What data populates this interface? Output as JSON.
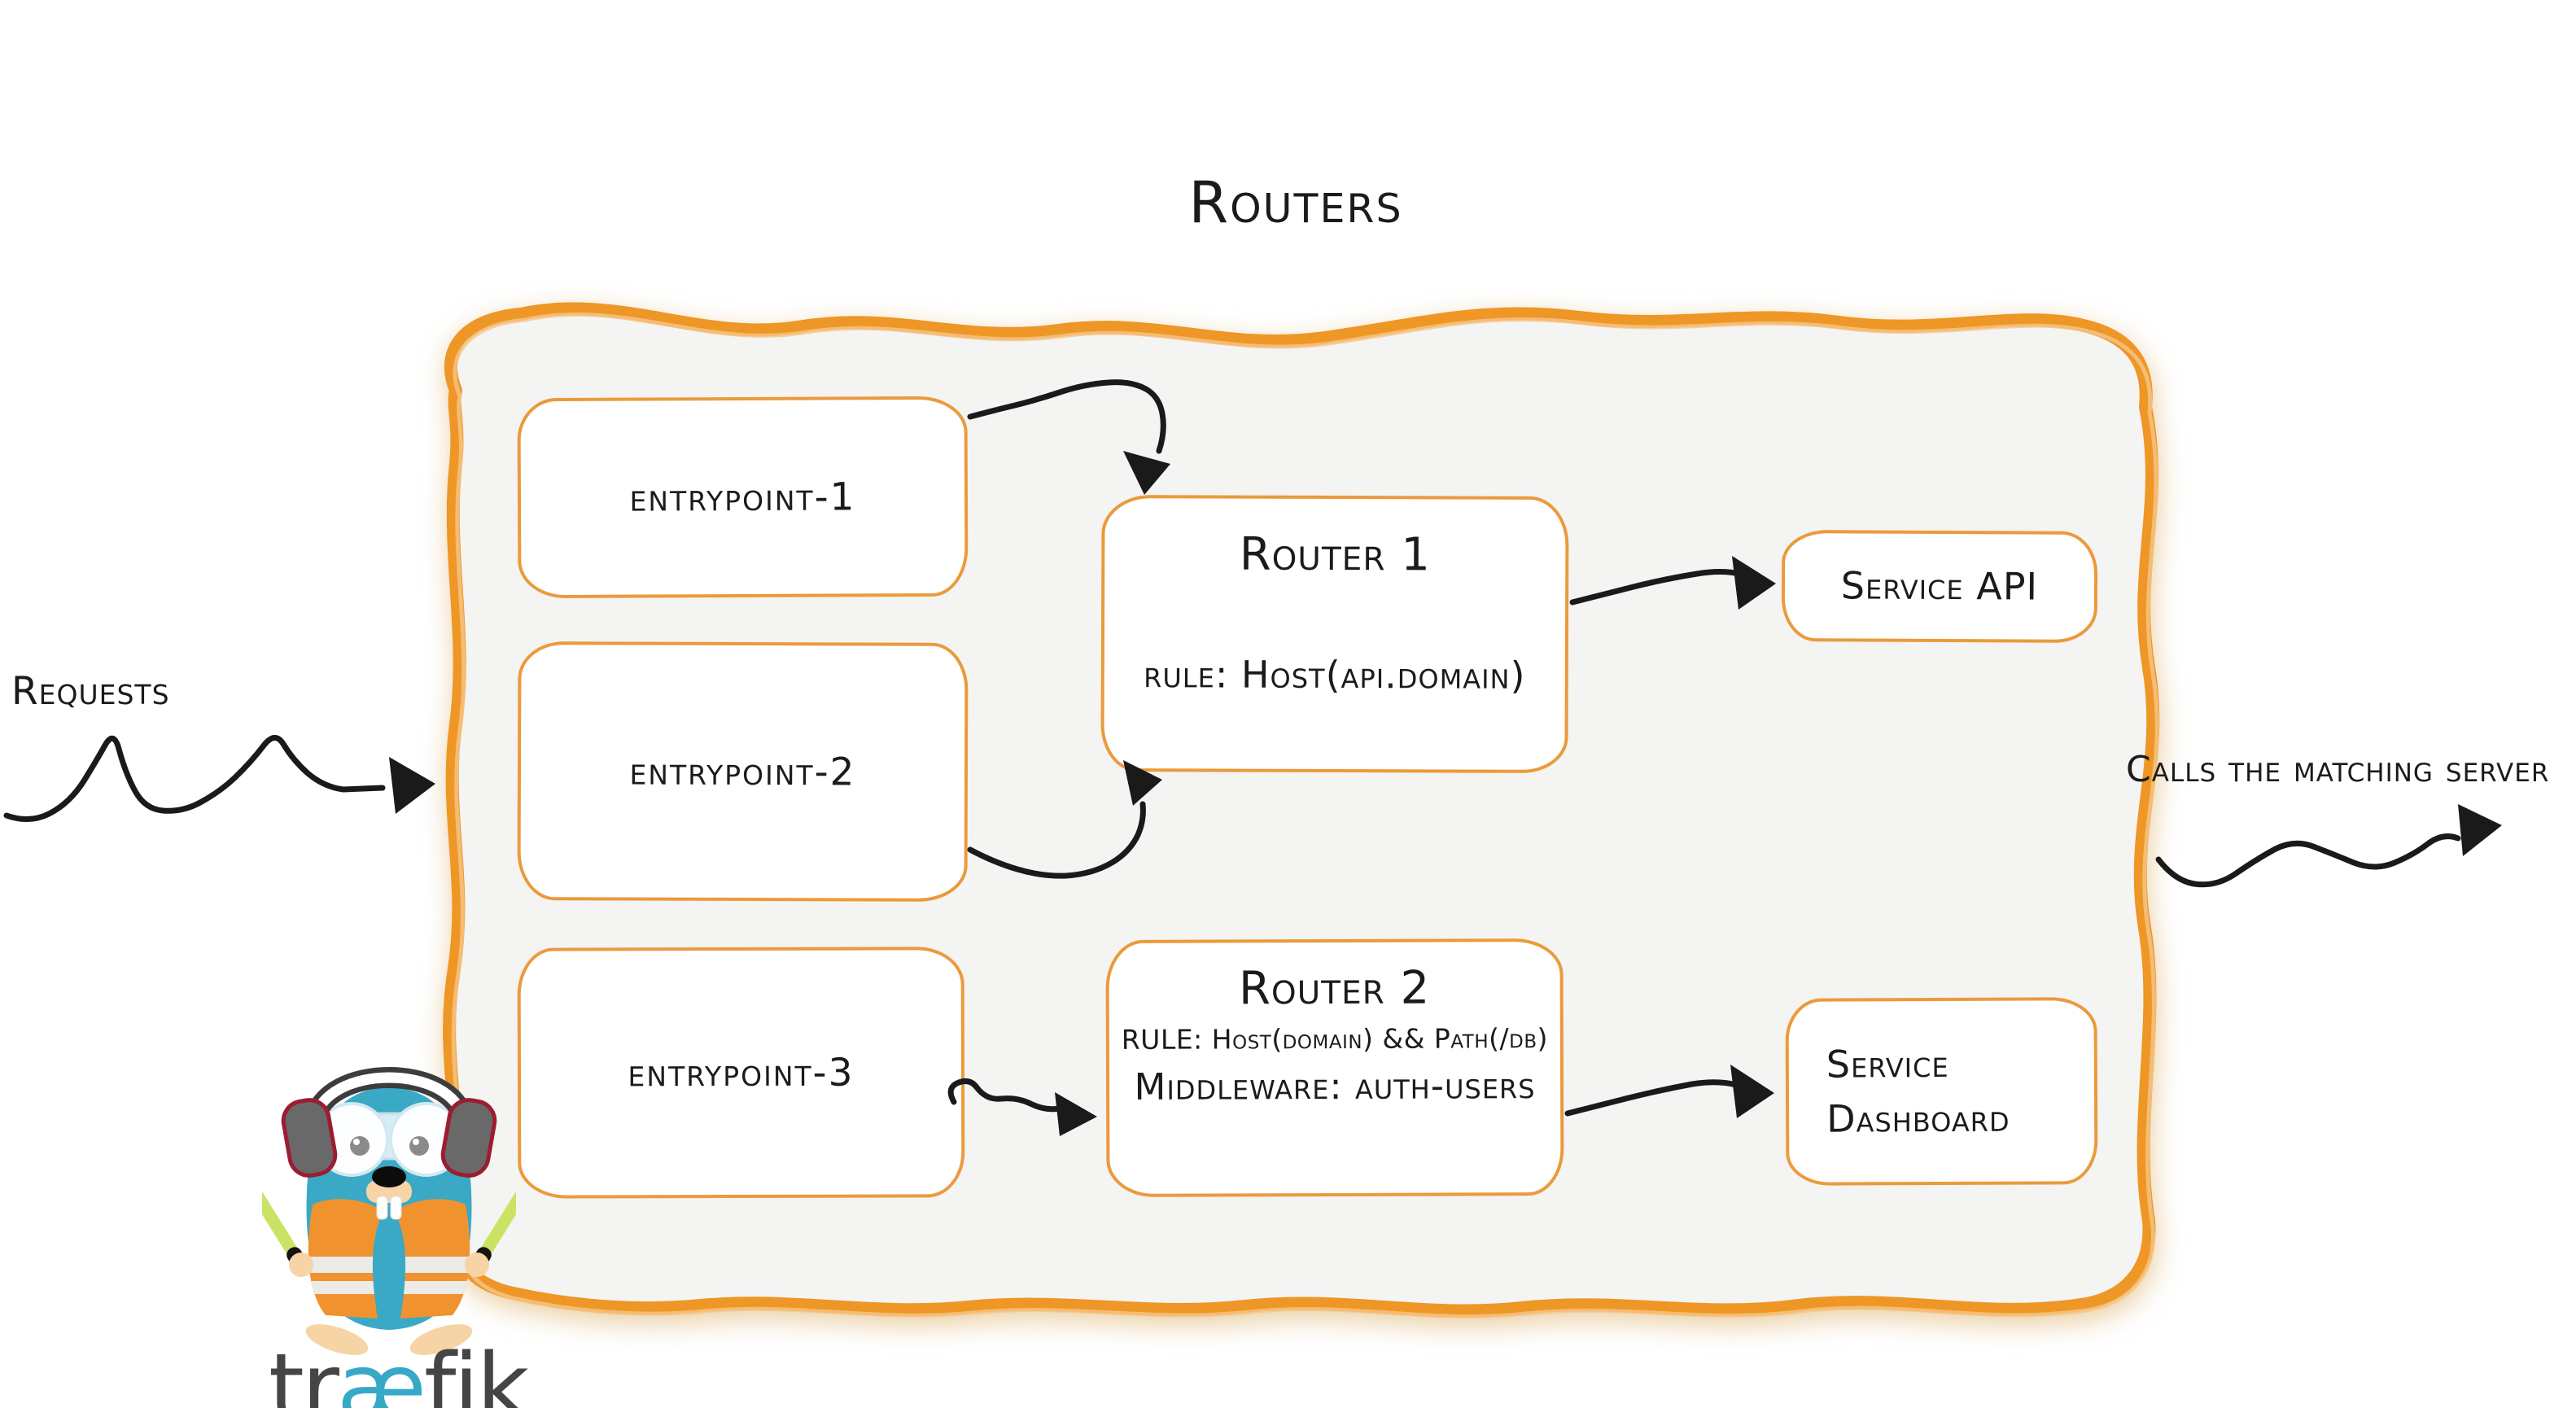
{
  "title": "Routers",
  "labels": {
    "requests": "Requests",
    "calls": "Calls the matching server"
  },
  "entrypoints": [
    {
      "label": "entrypoint-1"
    },
    {
      "label": "entrypoint-2"
    },
    {
      "label": "entrypoint-3"
    }
  ],
  "routers": [
    {
      "title": "Router 1",
      "rule": "rule: Host(api.domain)"
    },
    {
      "title": "Router 2",
      "rule": "RULE: Host(domain) && Path(/db)",
      "middleware": "Middleware: auth-users"
    }
  ],
  "services": [
    {
      "line1": "Service API",
      "line2": ""
    },
    {
      "line1": "Service",
      "line2": "Dashboard"
    }
  ],
  "logo": {
    "wordmark_pre": "tr",
    "wordmark_ae": "æ",
    "wordmark_post": "fik",
    "mascot": "traefik-gopher"
  },
  "colors": {
    "accent_orange": "#ee9626",
    "box_border_orange": "#eb9a3c",
    "container_fill": "#f4f4f3",
    "box_fill": "#ffffff",
    "ink": "#1b1b1b",
    "brand_blue": "#36a9c7",
    "brand_dark": "#454545",
    "vest_orange": "#f0932f",
    "stick_green": "#cbe364"
  }
}
